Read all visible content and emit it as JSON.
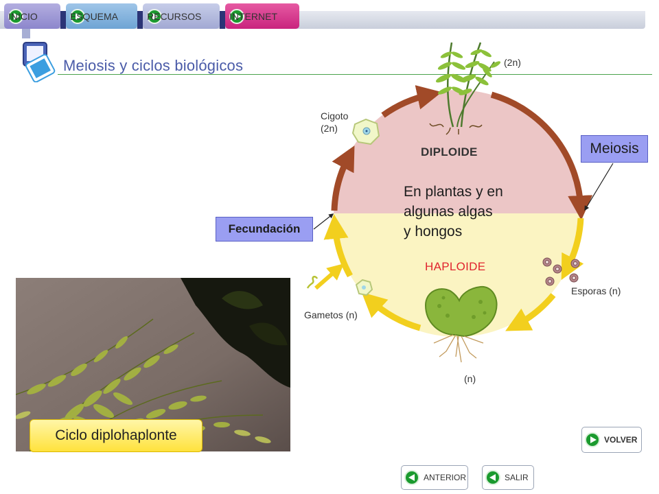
{
  "nav": {
    "tabs": [
      {
        "label": "INICIO",
        "icon": "play-icon"
      },
      {
        "label": "ESQUEMA",
        "icon": "play-icon"
      },
      {
        "label": "RECURSOS",
        "icon": "play-icon"
      },
      {
        "label": "INTERNET",
        "icon": "play-icon"
      }
    ]
  },
  "header": {
    "title": "Meiosis y ciclos biológicos",
    "icon": "slides-icon"
  },
  "diagram": {
    "phase_top": "DIPLOIDE",
    "phase_bottom": "HAPLOIDE",
    "center_text": [
      "En plantas y en",
      "algunas algas",
      "y hongos"
    ],
    "labels": {
      "sporophyte_ploidy": "(2n)",
      "zygote_line1": "Cigoto",
      "zygote_line2": "(2n)",
      "spores": "Esporas (n)",
      "gametes": "Gametos (n)",
      "gametophyte_ploidy": "(n)"
    },
    "boxes": {
      "meiosis": "Meiosis",
      "fertilization": "Fecundación"
    },
    "colors": {
      "diploid_fill": "#ecc6c6",
      "haploid_fill": "#fbf4c2",
      "diploid_arrow": "#a14a28",
      "haploid_arrow": "#f2cf1e",
      "label_box": "#9a9ef2",
      "haploid_text": "#e0232e"
    }
  },
  "photo": {
    "caption": "Ciclo diplohaplonte"
  },
  "buttons": {
    "volver": "VOLVER",
    "anterior": "ANTERIOR",
    "salir": "SALIR"
  }
}
